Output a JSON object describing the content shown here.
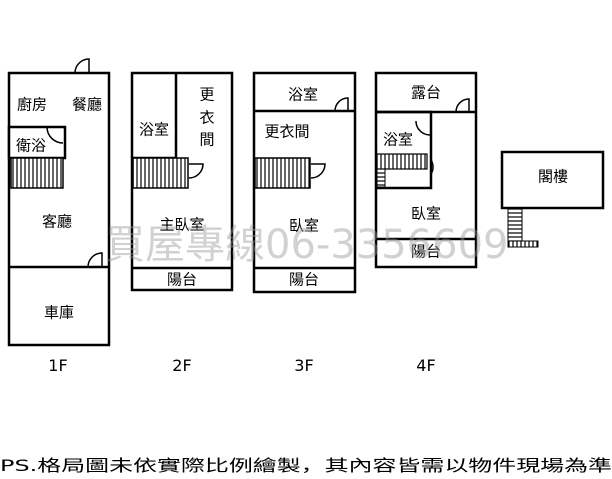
{
  "floors": [
    {
      "label": "1F",
      "rooms": [
        "廚房",
        "餐廳",
        "衛浴",
        "客廳",
        "車庫"
      ]
    },
    {
      "label": "2F",
      "rooms": [
        "浴室",
        "更",
        "衣",
        "間",
        "主臥室",
        "陽台"
      ]
    },
    {
      "label": "3F",
      "rooms": [
        "浴室",
        "更衣間",
        "臥室",
        "陽台"
      ]
    },
    {
      "label": "4F",
      "rooms": [
        "露台",
        "浴室",
        "臥室",
        "陽台"
      ]
    },
    {
      "label": "",
      "rooms": [
        "閣樓"
      ]
    }
  ],
  "watermark": "買屋專線06-3356609",
  "note": "PS.格局圖未依實際比例繪製，其內容皆需以物件現場為準"
}
